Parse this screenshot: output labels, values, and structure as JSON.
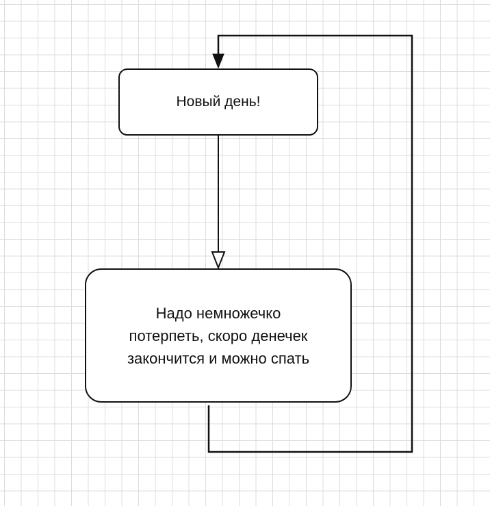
{
  "diagram": {
    "nodes": [
      {
        "id": "start",
        "label": "Новый день!"
      },
      {
        "id": "wait",
        "label": "Надо немножечко\nпотерпеть, скоро денечек\nзакончится и можно спать"
      }
    ],
    "edges": [
      {
        "from": "start",
        "to": "wait",
        "arrowhead": "open-triangle"
      },
      {
        "from": "wait",
        "to": "start",
        "arrowhead": "filled-triangle"
      }
    ],
    "colors": {
      "stroke": "#111111",
      "grid": "#dcdcdc",
      "background": "#ffffff"
    }
  }
}
